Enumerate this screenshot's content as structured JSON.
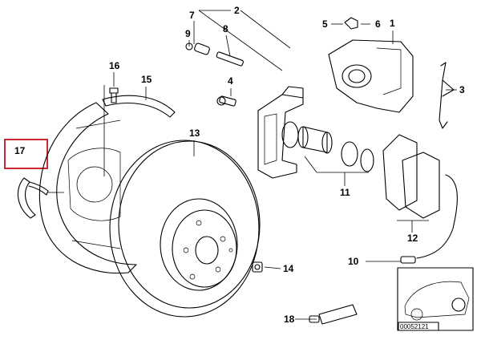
{
  "callouts": [
    {
      "id": "1",
      "label": "1"
    },
    {
      "id": "2",
      "label": "2"
    },
    {
      "id": "3",
      "label": "3"
    },
    {
      "id": "4",
      "label": "4"
    },
    {
      "id": "5",
      "label": "5"
    },
    {
      "id": "6",
      "label": "6"
    },
    {
      "id": "7",
      "label": "7"
    },
    {
      "id": "8",
      "label": "8"
    },
    {
      "id": "9",
      "label": "9"
    },
    {
      "id": "10",
      "label": "10"
    },
    {
      "id": "11",
      "label": "11"
    },
    {
      "id": "12",
      "label": "12"
    },
    {
      "id": "13",
      "label": "13"
    },
    {
      "id": "14",
      "label": "14"
    },
    {
      "id": "15",
      "label": "15"
    },
    {
      "id": "16",
      "label": "16"
    },
    {
      "id": "17",
      "label": "17"
    },
    {
      "id": "18",
      "label": "18"
    }
  ],
  "highlighted_part": "17",
  "highlight_color": "#c8282e",
  "diagram_number": "00052121"
}
